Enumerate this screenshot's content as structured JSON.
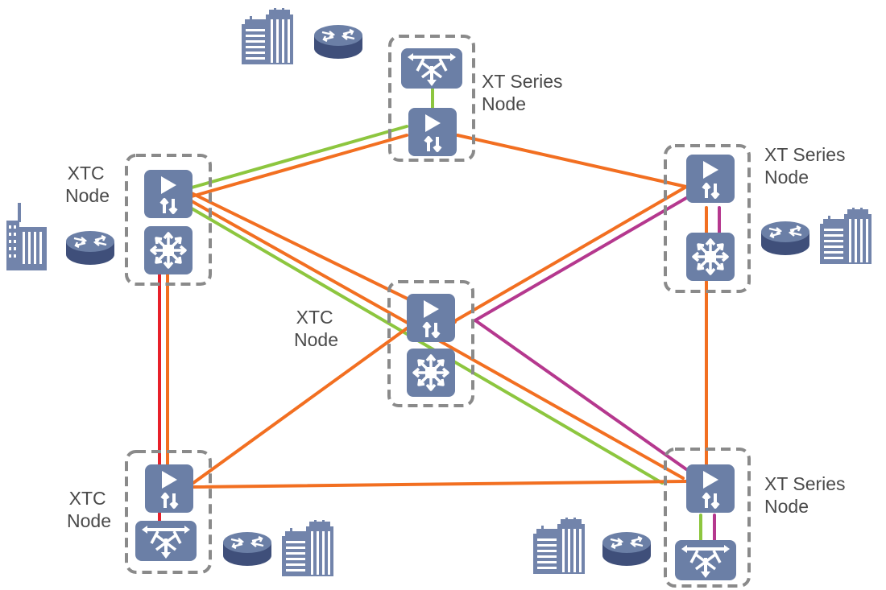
{
  "colors": {
    "green": "#8dc63f",
    "orange": "#f26f21",
    "magenta": "#b5388e",
    "red": "#e8202a",
    "box_dash": "#8a8a8a",
    "tile": "#6b7fa6",
    "building": "#7284ab",
    "router_top": "#6b7fa6",
    "router_side": "#3f4f7a",
    "label": "#4a4a4a"
  },
  "labels": {
    "top_node": [
      "XT Series",
      "Node"
    ],
    "right_top_node": [
      "XT Series",
      "Node"
    ],
    "right_bottom_node": [
      "XT Series",
      "Node"
    ],
    "left_top_node": [
      "XTC",
      "Node"
    ],
    "center_node": [
      "XTC",
      "Node"
    ],
    "left_bottom_node": [
      "XTC",
      "Node"
    ]
  },
  "icons": {
    "amplifier": "amplifier-icon",
    "cross_connect": "cross-connect-icon",
    "roadm": "roadm-icon",
    "router": "router-icon",
    "building": "building-icon"
  }
}
